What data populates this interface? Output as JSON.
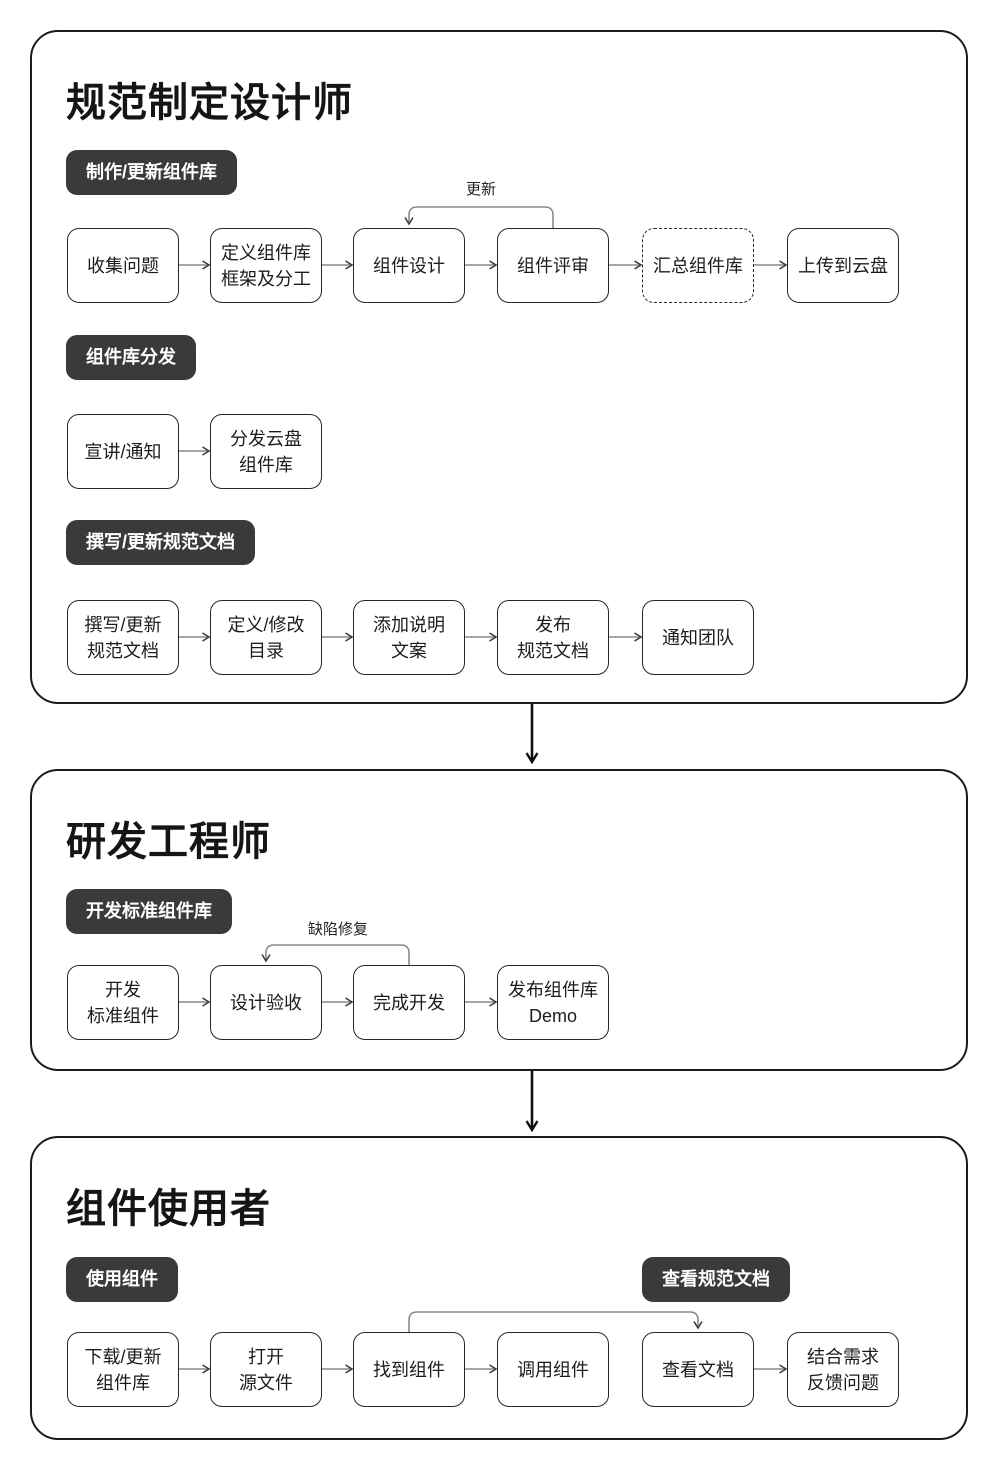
{
  "colors": {
    "panel_border": "#1c1c1c",
    "badge_background": "#3a3a3a",
    "badge_text": "#ffffff",
    "node_border": "#262626",
    "node_text": "#1c1c1c",
    "arrow_line": "#8a8a8a",
    "connector_line": "#111111",
    "background": "#ffffff"
  },
  "panels": [
    {
      "title": "规范制定设计师",
      "flows": [
        {
          "badge": "制作/更新组件库",
          "loop_label": "更新",
          "nodes": [
            {
              "lines": [
                "收集问题"
              ]
            },
            {
              "lines": [
                "定义组件库",
                "框架及分工"
              ]
            },
            {
              "lines": [
                "组件设计"
              ]
            },
            {
              "lines": [
                "组件评审"
              ]
            },
            {
              "lines": [
                "汇总组件库"
              ],
              "dashed": true
            },
            {
              "lines": [
                "上传到云盘"
              ]
            }
          ]
        },
        {
          "badge": "组件库分发",
          "nodes": [
            {
              "lines": [
                "宣讲/通知"
              ]
            },
            {
              "lines": [
                "分发云盘",
                "组件库"
              ]
            }
          ]
        },
        {
          "badge": "撰写/更新规范文档",
          "nodes": [
            {
              "lines": [
                "撰写/更新",
                "规范文档"
              ]
            },
            {
              "lines": [
                "定义/修改",
                "目录"
              ]
            },
            {
              "lines": [
                "添加说明",
                "文案"
              ]
            },
            {
              "lines": [
                "发布",
                "规范文档"
              ]
            },
            {
              "lines": [
                "通知团队"
              ]
            }
          ]
        }
      ]
    },
    {
      "title": "研发工程师",
      "flows": [
        {
          "badge": "开发标准组件库",
          "loop_label": "缺陷修复",
          "nodes": [
            {
              "lines": [
                "开发",
                "标准组件"
              ]
            },
            {
              "lines": [
                "设计验收"
              ]
            },
            {
              "lines": [
                "完成开发"
              ]
            },
            {
              "lines": [
                "发布组件库",
                "Demo"
              ]
            }
          ]
        }
      ]
    },
    {
      "title": "组件使用者",
      "flows": [
        {
          "badge": "使用组件",
          "badge_right": "查看规范文档",
          "nodes": [
            {
              "lines": [
                "下载/更新",
                "组件库"
              ]
            },
            {
              "lines": [
                "打开",
                "源文件"
              ]
            },
            {
              "lines": [
                "找到组件"
              ]
            },
            {
              "lines": [
                "调用组件"
              ]
            },
            {
              "lines": [
                "查看文档"
              ]
            },
            {
              "lines": [
                "结合需求",
                "反馈问题"
              ]
            }
          ]
        }
      ]
    }
  ]
}
